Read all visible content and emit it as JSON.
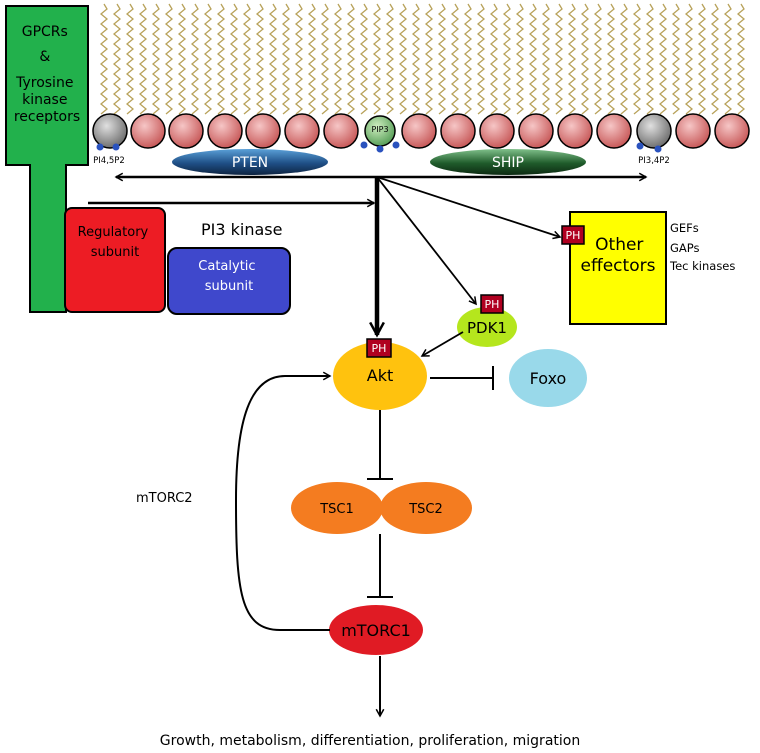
{
  "colors": {
    "receptor": "#22b14c",
    "regulatory": "#ed1c24",
    "catalytic": "#3f48cc",
    "effectors_box": "#ffff00",
    "akt": "#ffc20e",
    "pdk1": "#b5e61d",
    "foxo": "#99d9ea",
    "tsc": "#f47c20",
    "mtorc1": "#e01b24",
    "ph": "#b00020",
    "lipid_head": "#e07b7b",
    "lipid_tail": "#b8a25a",
    "pten": "#1f4f86",
    "ship": "#1f5b2a"
  },
  "receptor": {
    "label": [
      "GPCRs",
      "&",
      "Tyrosine",
      "kinase",
      "receptors"
    ]
  },
  "membrane": {
    "pip2_label": "PI4,5P2",
    "pip3_label": "PIP3",
    "pi34p2_label": "PI3,4P2"
  },
  "phosphatases": {
    "pten": "PTEN",
    "ship": "SHIP"
  },
  "pi3k": {
    "title": "PI3 kinase",
    "regulatory": [
      "Regulatory",
      "subunit"
    ],
    "catalytic": [
      "Catalytic",
      "subunit"
    ]
  },
  "effectors": {
    "ph": "PH",
    "label": [
      "Other",
      "effectors"
    ],
    "list": [
      "GEFs",
      "GAPs",
      "Tec kinases"
    ]
  },
  "pdk1": {
    "ph": "PH",
    "label": "PDK1"
  },
  "akt": {
    "ph": "PH",
    "label": "Akt"
  },
  "foxo": "Foxo",
  "tsc1": "TSC1",
  "tsc2": "TSC2",
  "mtorc1": "mTORC1",
  "mtorc2": "mTORC2",
  "output": "Growth, metabolism, differentiation, proliferation, migration"
}
